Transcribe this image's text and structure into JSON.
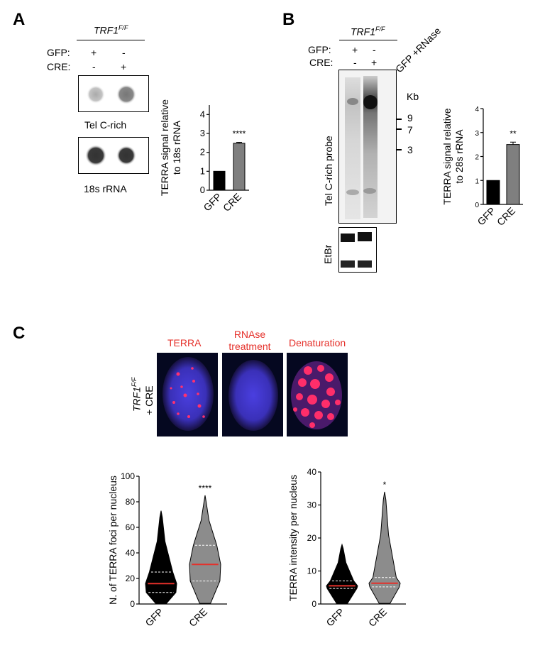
{
  "panels": {
    "a": "A",
    "b": "B",
    "c": "C"
  },
  "panelA": {
    "genotype": "TRF1",
    "genotype_sup": "F/F",
    "row_labels": [
      "GFP:",
      "CRE:"
    ],
    "gfp_marks": [
      "+",
      "-"
    ],
    "cre_marks": [
      "-",
      "+"
    ],
    "blot1_label": "Tel C-rich",
    "blot2_label": "18s rRNA"
  },
  "panelB": {
    "genotype": "TRF1",
    "genotype_sup": "F/F",
    "row_labels": [
      "GFP:",
      "CRE:"
    ],
    "gfp_marks": [
      "+",
      "-"
    ],
    "cre_marks": [
      "-",
      "+"
    ],
    "lane3_label": "GFP +RNase",
    "probe_label": "Tel C-rich probe",
    "etbr_label": "EtBr",
    "kb_label": "Kb",
    "markers": [
      "9",
      "7",
      "3"
    ]
  },
  "panelC": {
    "genotype": "TRF1",
    "genotype_sup": "F/F",
    "genotype_line2": "+ CRE",
    "image_titles": [
      "TERRA",
      "RNAse treatment",
      "Denaturation"
    ],
    "title_color": "#e5302a"
  },
  "chart_data": [
    {
      "type": "bar",
      "categories": [
        "GFP",
        "CRE"
      ],
      "values": [
        1.0,
        2.48
      ],
      "errors": [
        0,
        0.05
      ],
      "ylabel": "TERRA signal relative to 18s rRNA",
      "ylabel_lines": [
        "TERRA signal relative",
        "to 18s rRNA"
      ],
      "ylim": [
        0,
        4.5
      ],
      "yticks": [
        0,
        1,
        2,
        3,
        4
      ],
      "significance": "****",
      "colors": [
        "#000000",
        "#7f7f7f"
      ]
    },
    {
      "type": "bar",
      "categories": [
        "GFP",
        "CRE"
      ],
      "values": [
        1.0,
        2.5
      ],
      "errors": [
        0,
        0.1
      ],
      "ylabel": "TERRA signal relative to 28s rRNA",
      "ylabel_lines": [
        "TERRA signal relative",
        "to 28s rRNA"
      ],
      "ylim": [
        0,
        4
      ],
      "yticks": [
        0,
        1,
        2,
        3,
        4
      ],
      "significance": "**",
      "colors": [
        "#000000",
        "#7f7f7f"
      ]
    },
    {
      "type": "violin",
      "categories": [
        "GFP",
        "CRE"
      ],
      "ylabel": "N. of TERRA foci per nucleus",
      "ylim": [
        0,
        100
      ],
      "yticks": [
        0,
        20,
        40,
        60,
        80,
        100
      ],
      "max": [
        73,
        85
      ],
      "median": [
        16,
        31
      ],
      "q1": [
        9,
        18
      ],
      "q3": [
        25,
        46
      ],
      "significance": "****",
      "colors": [
        "#000000",
        "#8c8c8c"
      ]
    },
    {
      "type": "violin",
      "categories": [
        "GFP",
        "CRE"
      ],
      "ylabel": "TERRA intensity per nucleus",
      "ylim": [
        0,
        40
      ],
      "yticks": [
        0,
        10,
        20,
        30,
        40
      ],
      "max": [
        18,
        34
      ],
      "median": [
        5.5,
        6.3
      ],
      "q1": [
        4.7,
        5.2
      ],
      "q3": [
        7,
        8
      ],
      "significance": "*",
      "colors": [
        "#000000",
        "#8c8c8c"
      ]
    }
  ]
}
